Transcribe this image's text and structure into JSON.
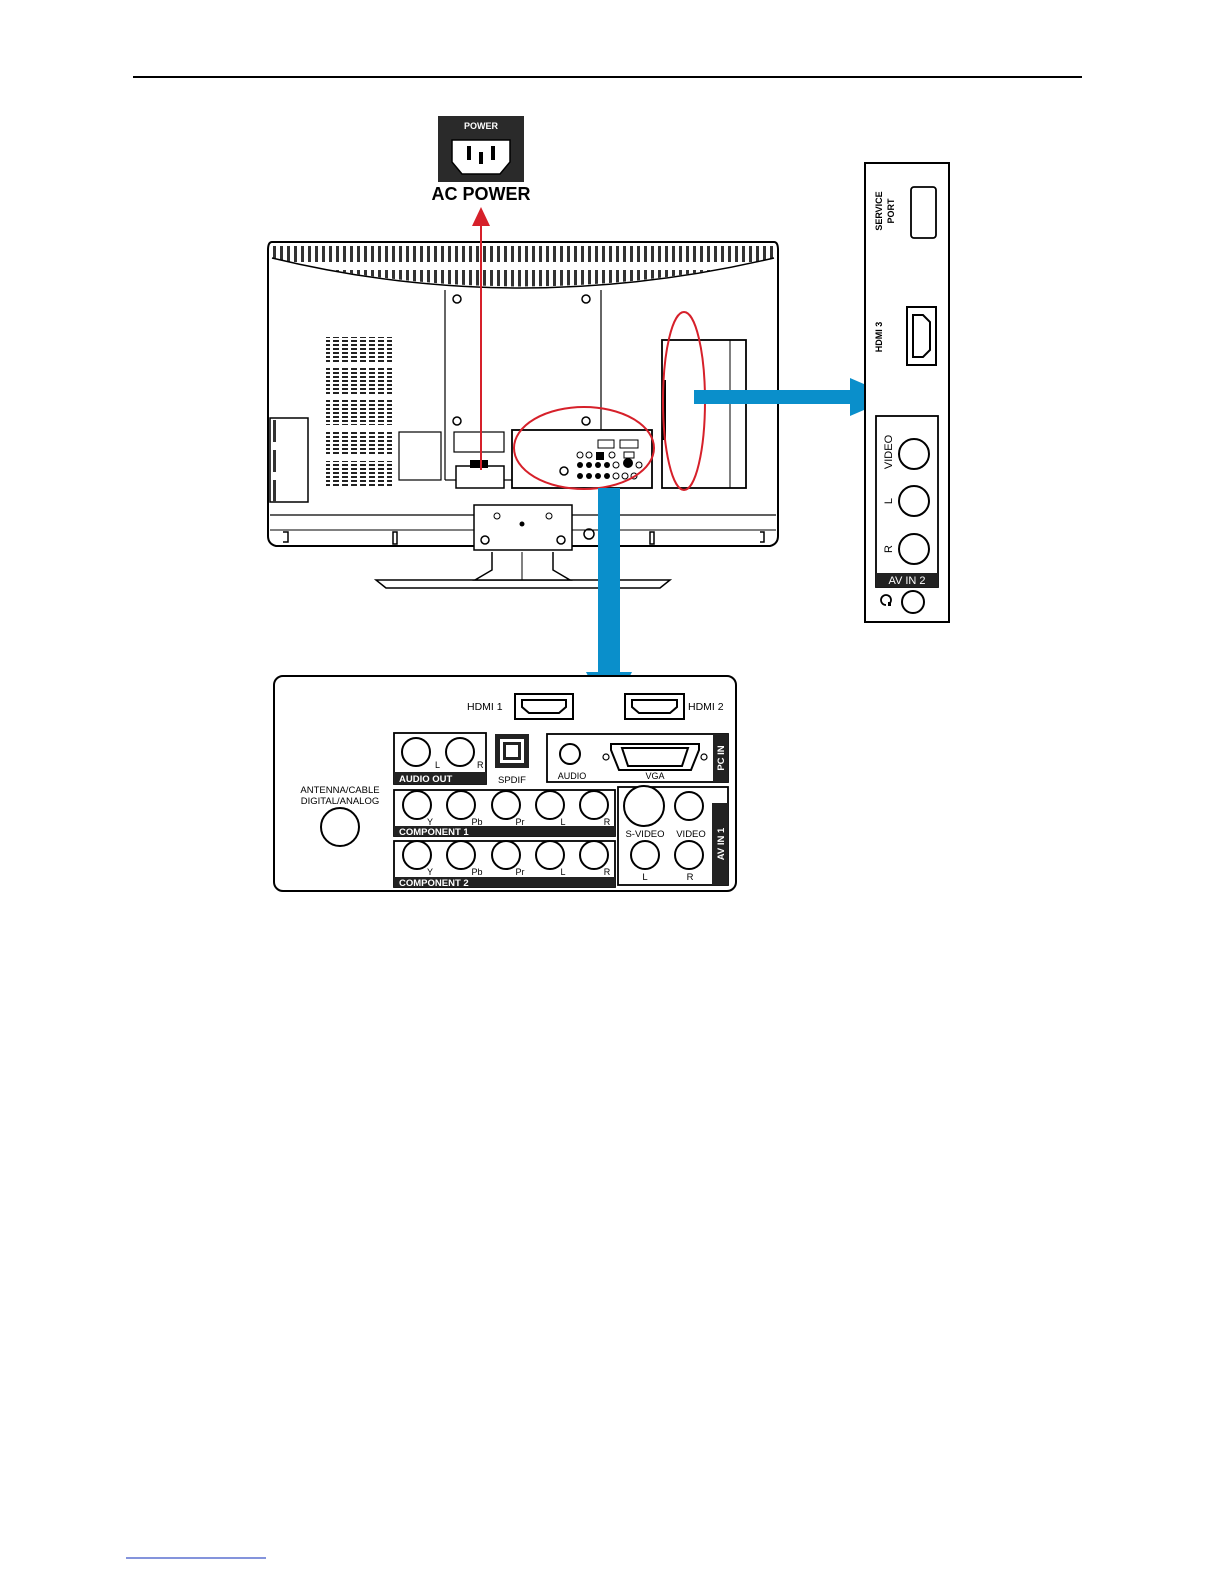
{
  "power_inlet": {
    "label": "POWER",
    "caption": "AC POWER"
  },
  "side_panel": {
    "service_port_line1": "SERVICE",
    "service_port_line2": "PORT",
    "hdmi3": "HDMI 3",
    "video": "VIDEO",
    "left": "L",
    "right": "R",
    "group": "AV IN 2"
  },
  "bottom_panel": {
    "hdmi1": "HDMI 1",
    "hdmi2": "HDMI 2",
    "audio_out": {
      "group": "AUDIO OUT",
      "left": "L",
      "right": "R"
    },
    "spdif": "SPDIF",
    "pc_in": {
      "group": "PC IN",
      "audio": "AUDIO",
      "vga": "VGA"
    },
    "antenna_line1": "ANTENNA/CABLE",
    "antenna_line2": "DIGITAL/ANALOG",
    "component1": {
      "group": "COMPONENT 1",
      "labels": [
        "Y",
        "Pb",
        "Pr",
        "L",
        "R"
      ]
    },
    "component2": {
      "group": "COMPONENT 2",
      "labels": [
        "Y",
        "Pb",
        "Pr",
        "L",
        "R"
      ]
    },
    "av_in1": {
      "group": "AV IN 1",
      "svideo": "S-VIDEO",
      "video": "VIDEO",
      "left": "L",
      "right": "R"
    }
  },
  "colors": {
    "power_arrow": "#d6202a",
    "panel_arrow": "#0a8fcb",
    "highlight": "#d6202a"
  }
}
